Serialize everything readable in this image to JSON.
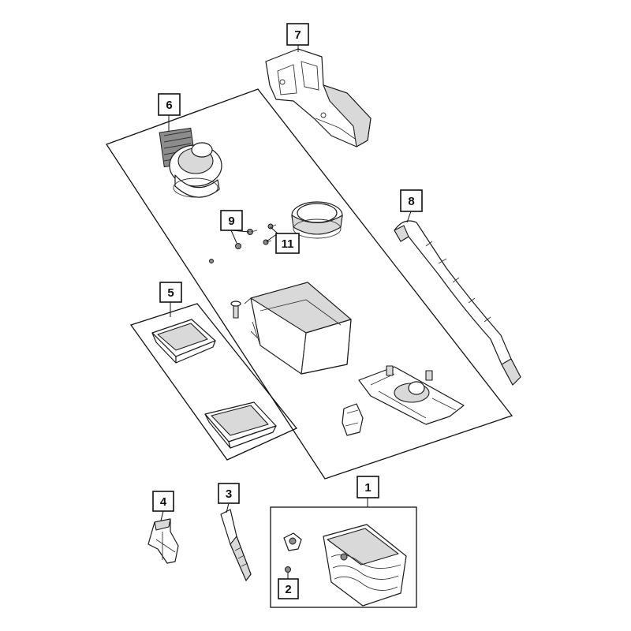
{
  "callouts": {
    "c1": "1",
    "c2": "2",
    "c3": "3",
    "c4": "4",
    "c5": "5",
    "c6": "6",
    "c7": "7",
    "c8": "8",
    "c9": "9",
    "c11": "11"
  }
}
